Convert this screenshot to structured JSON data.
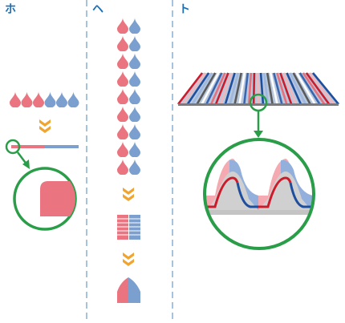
{
  "panels": [
    {
      "label": "ホ"
    },
    {
      "label": "ヘ"
    },
    {
      "label": "ト"
    }
  ],
  "colors": {
    "red": "#ea7580",
    "blue": "#7b9fcf",
    "orange": "#f0a530",
    "green": "#2a9d48",
    "divider": "#6a9bc4",
    "label": "#1a6fb5",
    "dark_blue": "#1e4f9e",
    "dark_red": "#cc1c2c",
    "gray": "#c8c8c8"
  },
  "panel_ho": {
    "drops": [
      "red",
      "red",
      "red",
      "blue",
      "blue",
      "blue"
    ]
  },
  "panel_he": {
    "drop_pairs": 9,
    "pair_colors": [
      "red",
      "blue"
    ]
  }
}
